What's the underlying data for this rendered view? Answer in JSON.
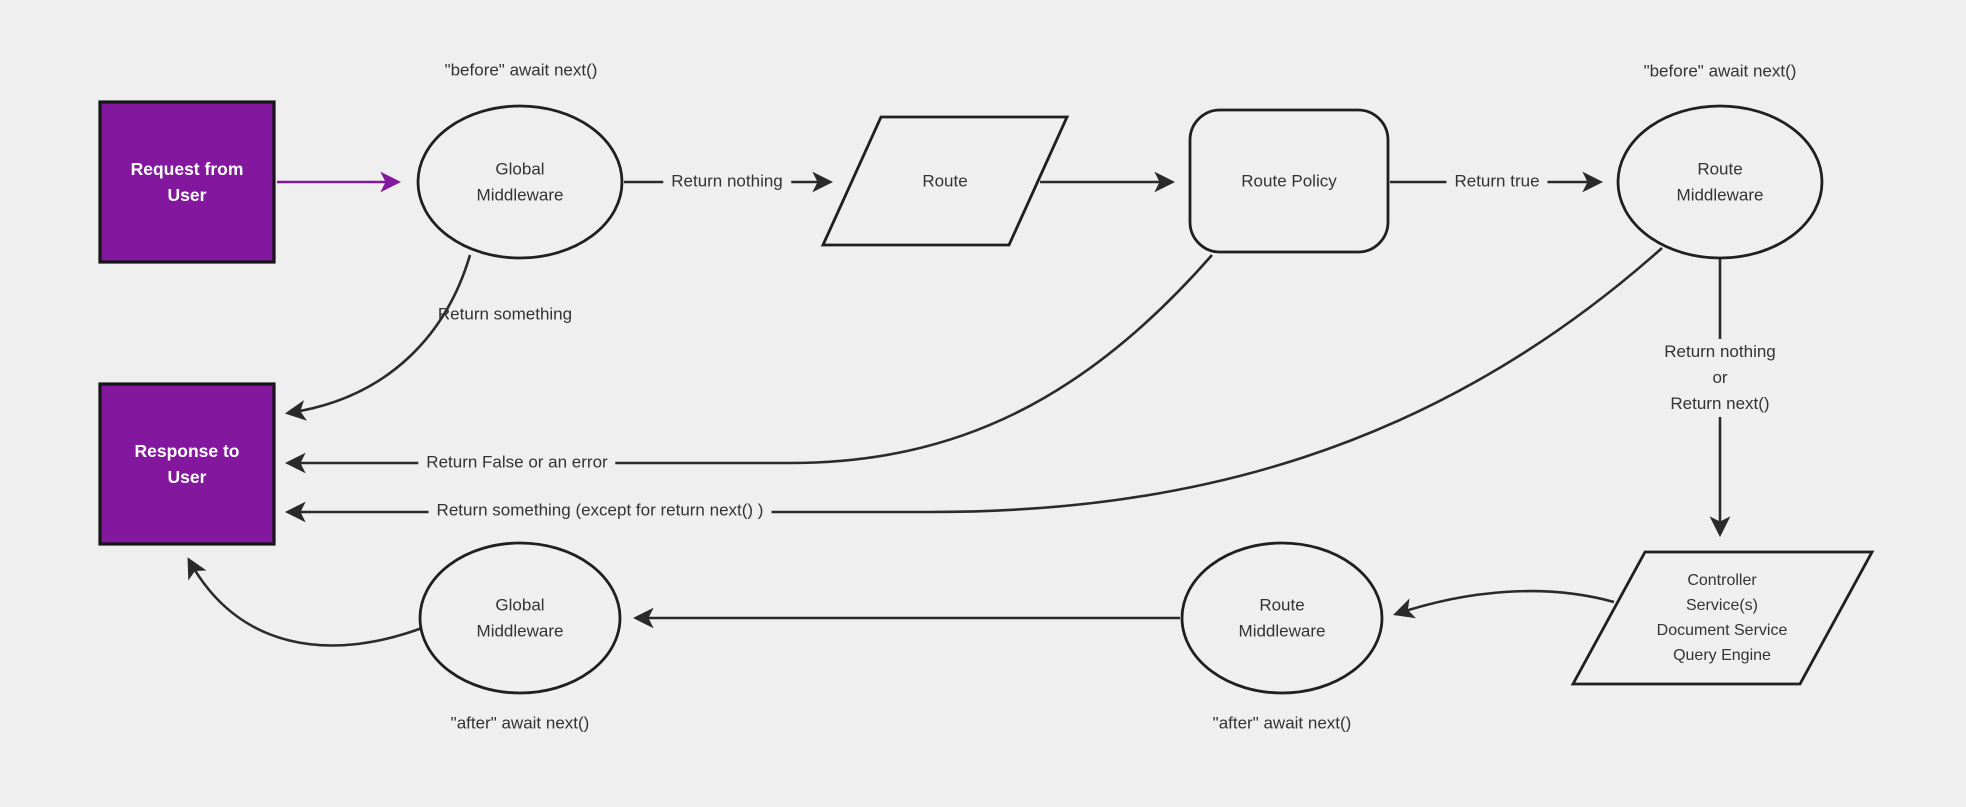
{
  "diagram": {
    "background_color": "#efefef",
    "line_color": "#2a2a2a",
    "accent_purple": "#83189e",
    "nodes": {
      "request": {
        "label": "Request from User"
      },
      "global_middleware_top": {
        "label": "Global Middleware"
      },
      "route": {
        "label": "Route"
      },
      "route_policy": {
        "label": "Route Policy"
      },
      "route_middleware_top": {
        "label": "Route Middleware"
      },
      "controller": {
        "lines": [
          "Controller",
          "Service(s)",
          "Document Service",
          "Query Engine"
        ]
      },
      "route_middleware_bottom": {
        "label": "Route Middleware"
      },
      "global_middleware_bottom": {
        "label": "Global Middleware"
      },
      "response": {
        "label": "Response to User"
      }
    },
    "edge_labels": {
      "before_global": "\"before\" await next()",
      "before_route": "\"before\" await next()",
      "return_nothing": "Return nothing",
      "return_true": "Return true",
      "return_something": "Return something",
      "return_false_or_error": "Return False or an error",
      "return_something_except": "Return something (except for return next() )",
      "return_nothing_or_next": [
        "Return nothing",
        "or",
        "Return next()"
      ],
      "after_route": "\"after\" await next()",
      "after_global": "\"after\" await next()"
    }
  }
}
